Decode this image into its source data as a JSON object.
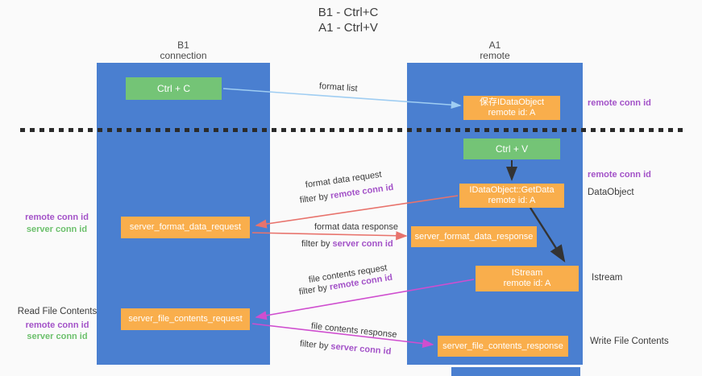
{
  "title": {
    "line1": "B1 - Ctrl+C",
    "line2": "A1 - Ctrl+V"
  },
  "columns": {
    "left": {
      "name": "B1",
      "subtitle": "connection"
    },
    "right": {
      "name": "A1",
      "subtitle": "remote"
    }
  },
  "boxes": {
    "ctrl_c": {
      "label": "Ctrl + C"
    },
    "ctrl_v": {
      "label": "Ctrl + V"
    },
    "saved_dataobject": {
      "line1": "保存IDataObject",
      "line2": "remote id: A"
    },
    "getdata": {
      "line1": "IDataObject::GetData",
      "line2": "remote id: A"
    },
    "istream": {
      "line1": "IStream",
      "line2": "remote id: A"
    },
    "server_format_data_request": {
      "label": "server_format_data_request"
    },
    "server_format_data_response": {
      "label": "server_format_data_response"
    },
    "server_file_contents_request": {
      "label": "server_file_contents_request"
    },
    "server_file_contents_response": {
      "label": "server_file_contents_response"
    }
  },
  "arrow_labels": {
    "format_list": "format list",
    "format_data_request": "format data request",
    "format_data_response": "format data response",
    "file_contents_request": "file contents request",
    "file_contents_response": "file contents response",
    "filter_by": "filter by ",
    "remote_conn_id": "remote conn id",
    "server_conn_id": "server conn id"
  },
  "side_labels": {
    "remote_conn_id": "remote conn id",
    "server_conn_id": "server conn id",
    "dataobject": "DataObject",
    "istream": "Istream",
    "read_file_contents": "Read File Contents",
    "write_file_contents": "Write File Contents"
  },
  "colors": {
    "column_blue": "#4a7fd0",
    "box_orange": "#f9ae4c",
    "box_green": "#74c476",
    "purple_label": "#a352c8",
    "green_label": "#6cc06c",
    "salmon_arrow": "#e8736c",
    "magenta_arrow": "#cf4ecf",
    "light_blue_arrow": "#9fcdf2",
    "black_arrow": "#333333"
  }
}
